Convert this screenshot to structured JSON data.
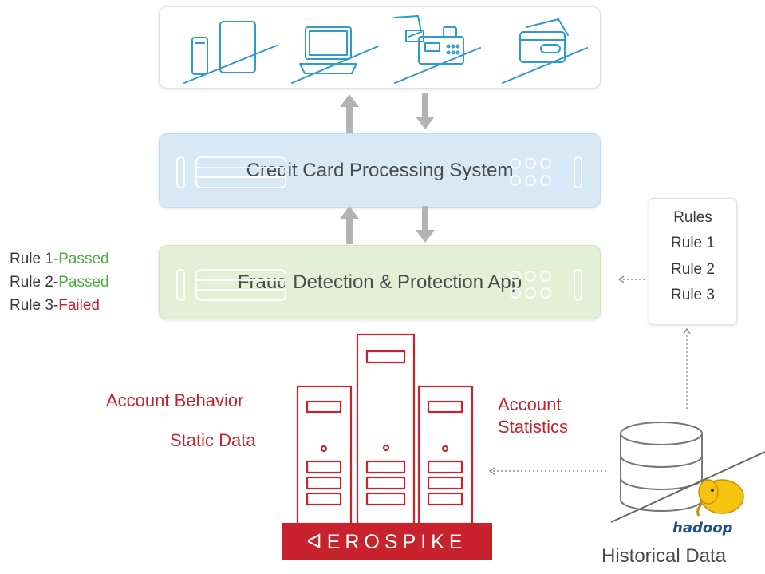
{
  "devices": {
    "icons": [
      "mobile-tablet-icon",
      "laptop-icon",
      "card-terminal-icon",
      "credit-card-icon"
    ]
  },
  "ccps": {
    "title": "Credit Card Processing System"
  },
  "fraud": {
    "title": "Fraud Detection & Protection App"
  },
  "rule_status": [
    {
      "name": "Rule 1-",
      "status": "Passed"
    },
    {
      "name": "Rule 2-",
      "status": "Passed"
    },
    {
      "name": "Rule 3-",
      "status": "Failed"
    }
  ],
  "rules": {
    "header": "Rules",
    "items": [
      "Rule 1",
      "Rule 2",
      "Rule 3"
    ]
  },
  "labels": {
    "account_behavior": "Account Behavior",
    "static_data": "Static Data",
    "account": "Account",
    "statistics": "Statistics",
    "historical_data": "Historical Data",
    "hadoop": "hadoop"
  },
  "logo": {
    "text": "ᐊEROSPIKE"
  },
  "colors": {
    "accent_blue": "#2e9ad0",
    "aerospike_red": "#c8232c",
    "passed_green": "#4caf3f",
    "arrow_gray": "#b3b3b3"
  }
}
